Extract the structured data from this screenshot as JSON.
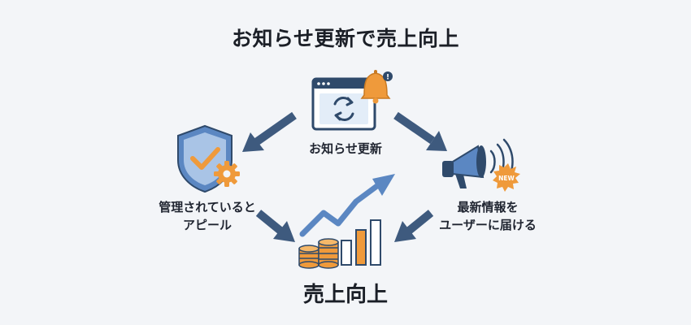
{
  "title": "お知らせ更新で売上向上",
  "nodes": {
    "center": {
      "label": "お知らせ更新"
    },
    "left": {
      "lines": [
        "管理されていると",
        "アピール"
      ]
    },
    "right": {
      "lines": [
        "最新情報を",
        "ユーザーに届ける"
      ]
    },
    "bottom": {
      "label": "売上向上"
    }
  },
  "badges": {
    "bell_mark": "!",
    "new_burst": "NEW"
  },
  "colors": {
    "navy": "#2f4a6b",
    "arrow": "#3e5a7e",
    "blue": "#5b87c2",
    "light_blue": "#a9c4e6",
    "orange": "#ef9a3b",
    "background": "#f3f5f8"
  },
  "icons": [
    "browser-window-icon",
    "refresh-icon",
    "bell-icon",
    "shield-check-icon",
    "gear-icon",
    "megaphone-icon",
    "new-badge-icon",
    "growth-chart-icon",
    "coin-stack-icon",
    "trend-arrow-icon"
  ]
}
